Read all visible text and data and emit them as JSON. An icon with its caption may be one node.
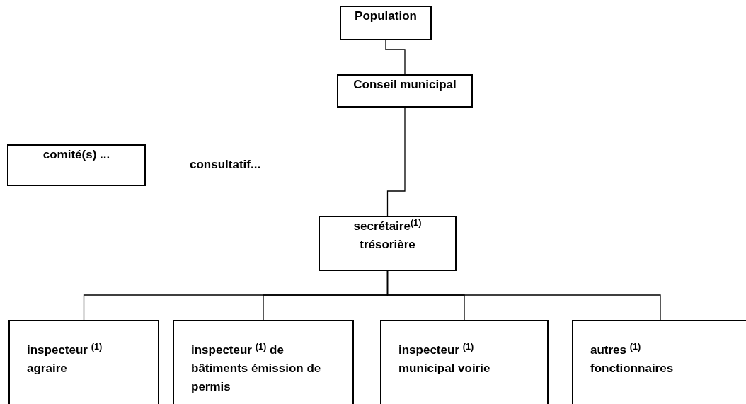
{
  "diagram": {
    "nodes": [
      {
        "text": [
          "Population"
        ]
      },
      {
        "text": [
          "Conseil municipal"
        ]
      },
      {
        "text": [
          "comité(s) ..."
        ]
      },
      {
        "text": [
          "secrétaire$^{(1)}$ trésorière"
        ]
      },
      {
        "text": [
          "inspecteur $^{(1)}$ agraire"
        ]
      },
      {
        "text": [
          "inspecteur $^{(1)}$ de bâtiments émission de permis"
        ]
      },
      {
        "text": [
          "inspecteur $^{(1)}$ municipal voirie"
        ]
      },
      {
        "text": [
          "autres $^{(1)}$ fonctionnaires"
        ]
      }
    ],
    "edges": [
      {
        "from": 0,
        "to": 1,
        "arrow": "none"
      },
      {
        "from": 1,
        "to": 3,
        "arrow": "none"
      },
      {
        "from": 3,
        "to": 4,
        "arrow": "none"
      },
      {
        "from": 3,
        "to": 5,
        "arrow": "none"
      },
      {
        "from": 3,
        "to": 6,
        "arrow": "none"
      },
      {
        "from": 3,
        "to": 7,
        "arrow": "none"
      }
    ],
    "labels": [
      "consultatif..."
    ]
  }
}
